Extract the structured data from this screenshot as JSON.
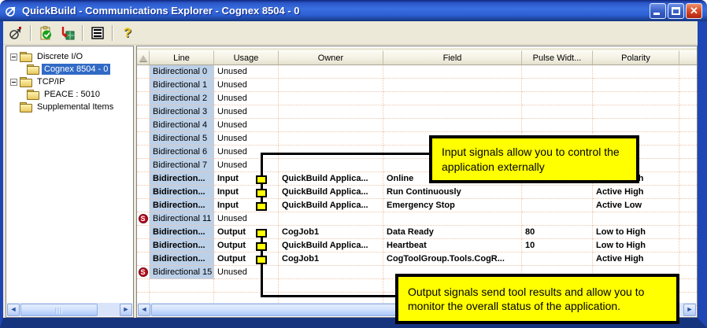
{
  "window": {
    "title": "QuickBuild - Communications Explorer - Cognex 8504 - 0"
  },
  "toolbar": {
    "buttons": [
      {
        "icon": "connect-probe-icon"
      },
      {
        "icon": "validate-clipboard-icon"
      },
      {
        "icon": "download-device-icon"
      },
      {
        "icon": "log-list-icon"
      },
      {
        "icon": "help-icon"
      }
    ],
    "help_glyph": "?"
  },
  "tree": {
    "items": [
      {
        "label": "Discrete I/O",
        "level": 0,
        "expander": true,
        "selected": false
      },
      {
        "label": "Cognex 8504 - 0",
        "level": 1,
        "expander": false,
        "selected": true
      },
      {
        "label": "TCP/IP",
        "level": 0,
        "expander": true,
        "selected": false
      },
      {
        "label": "PEACE : 5010",
        "level": 1,
        "expander": false,
        "selected": false
      },
      {
        "label": "Supplemental Items",
        "level": 0,
        "expander": false,
        "selected": false
      }
    ]
  },
  "table": {
    "columns": [
      "",
      "Line",
      "Usage",
      "Owner",
      "Field",
      "Pulse Widt...",
      "Polarity"
    ],
    "rows": [
      {
        "icon": "",
        "line": "Bidirectional 0",
        "usage": "Unused",
        "owner": "",
        "field": "",
        "pulse": "",
        "polarity": "",
        "bold": false,
        "marker": false
      },
      {
        "icon": "",
        "line": "Bidirectional 1",
        "usage": "Unused",
        "owner": "",
        "field": "",
        "pulse": "",
        "polarity": "",
        "bold": false,
        "marker": false
      },
      {
        "icon": "",
        "line": "Bidirectional 2",
        "usage": "Unused",
        "owner": "",
        "field": "",
        "pulse": "",
        "polarity": "",
        "bold": false,
        "marker": false
      },
      {
        "icon": "",
        "line": "Bidirectional 3",
        "usage": "Unused",
        "owner": "",
        "field": "",
        "pulse": "",
        "polarity": "",
        "bold": false,
        "marker": false
      },
      {
        "icon": "",
        "line": "Bidirectional 4",
        "usage": "Unused",
        "owner": "",
        "field": "",
        "pulse": "",
        "polarity": "",
        "bold": false,
        "marker": false
      },
      {
        "icon": "",
        "line": "Bidirectional 5",
        "usage": "Unused",
        "owner": "",
        "field": "",
        "pulse": "",
        "polarity": "",
        "bold": false,
        "marker": false
      },
      {
        "icon": "",
        "line": "Bidirectional 6",
        "usage": "Unused",
        "owner": "",
        "field": "",
        "pulse": "",
        "polarity": "",
        "bold": false,
        "marker": false
      },
      {
        "icon": "",
        "line": "Bidirectional 7",
        "usage": "Unused",
        "owner": "",
        "field": "",
        "pulse": "",
        "polarity": "",
        "bold": false,
        "marker": false
      },
      {
        "icon": "",
        "line": "Bidirection...",
        "usage": "Input",
        "owner": "QuickBuild Applica...",
        "field": "Online",
        "pulse": "",
        "polarity": "Active High",
        "bold": true,
        "marker": true
      },
      {
        "icon": "",
        "line": "Bidirection...",
        "usage": "Input",
        "owner": "QuickBuild Applica...",
        "field": "Run Continuously",
        "pulse": "",
        "polarity": "Active High",
        "bold": true,
        "marker": true
      },
      {
        "icon": "",
        "line": "Bidirection...",
        "usage": "Input",
        "owner": "QuickBuild Applica...",
        "field": "Emergency Stop",
        "pulse": "",
        "polarity": "Active Low",
        "bold": true,
        "marker": true
      },
      {
        "icon": "S",
        "line": "Bidirectional 11",
        "usage": "Unused",
        "owner": "",
        "field": "",
        "pulse": "",
        "polarity": "",
        "bold": false,
        "marker": false
      },
      {
        "icon": "",
        "line": "Bidirection...",
        "usage": "Output",
        "owner": "CogJob1",
        "field": "Data Ready",
        "pulse": "80",
        "polarity": "Low to High",
        "bold": true,
        "marker": true
      },
      {
        "icon": "",
        "line": "Bidirection...",
        "usage": "Output",
        "owner": "QuickBuild Applica...",
        "field": "Heartbeat",
        "pulse": "10",
        "polarity": "Low to High",
        "bold": true,
        "marker": true
      },
      {
        "icon": "",
        "line": "Bidirection...",
        "usage": "Output",
        "owner": "CogJob1",
        "field": "CogToolGroup.Tools.CogR...",
        "pulse": "",
        "polarity": "Active High",
        "bold": true,
        "marker": true
      },
      {
        "icon": "S",
        "line": "Bidirectional 15",
        "usage": "Unused",
        "owner": "",
        "field": "",
        "pulse": "",
        "polarity": "",
        "bold": false,
        "marker": false
      }
    ]
  },
  "callouts": {
    "input": "Input signals allow you to control the application externally",
    "output": "Output signals send tool results and allow you to monitor the overall status of the application."
  },
  "colors": {
    "callout_bg": "#ffff00",
    "selection_blue": "#316ac5",
    "line_cell_blue": "#bcd0e8",
    "supplemental_red": "#b80e1e",
    "titlebar_blue": "#2b58c8"
  }
}
